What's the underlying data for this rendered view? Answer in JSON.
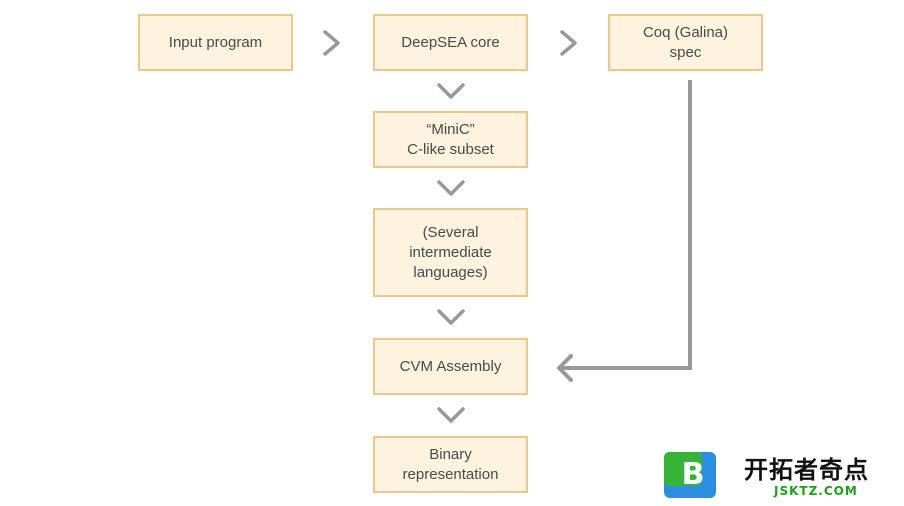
{
  "nodes": {
    "input_program": [
      "Input program"
    ],
    "deepsea_core": [
      "DeepSEA core"
    ],
    "coq_spec": [
      "Coq (Galina)",
      "spec"
    ],
    "minic": [
      "“MiniC”",
      "C-like subset"
    ],
    "intermediate": [
      "(Several",
      "intermediate",
      "languages)"
    ],
    "cvm_assembly": [
      "CVM Assembly"
    ],
    "binary": [
      "Binary",
      "representation"
    ]
  },
  "colors": {
    "box_fill": "#fdf3df",
    "box_border": "#ecc98b",
    "arrow": "#999999",
    "watermark_green": "#1aa11a",
    "watermark_blue": "#2b8ee0"
  },
  "watermark": {
    "logo_letter": "B",
    "title": "开拓者奇点",
    "subtitle": "JSKTZ.COM"
  }
}
